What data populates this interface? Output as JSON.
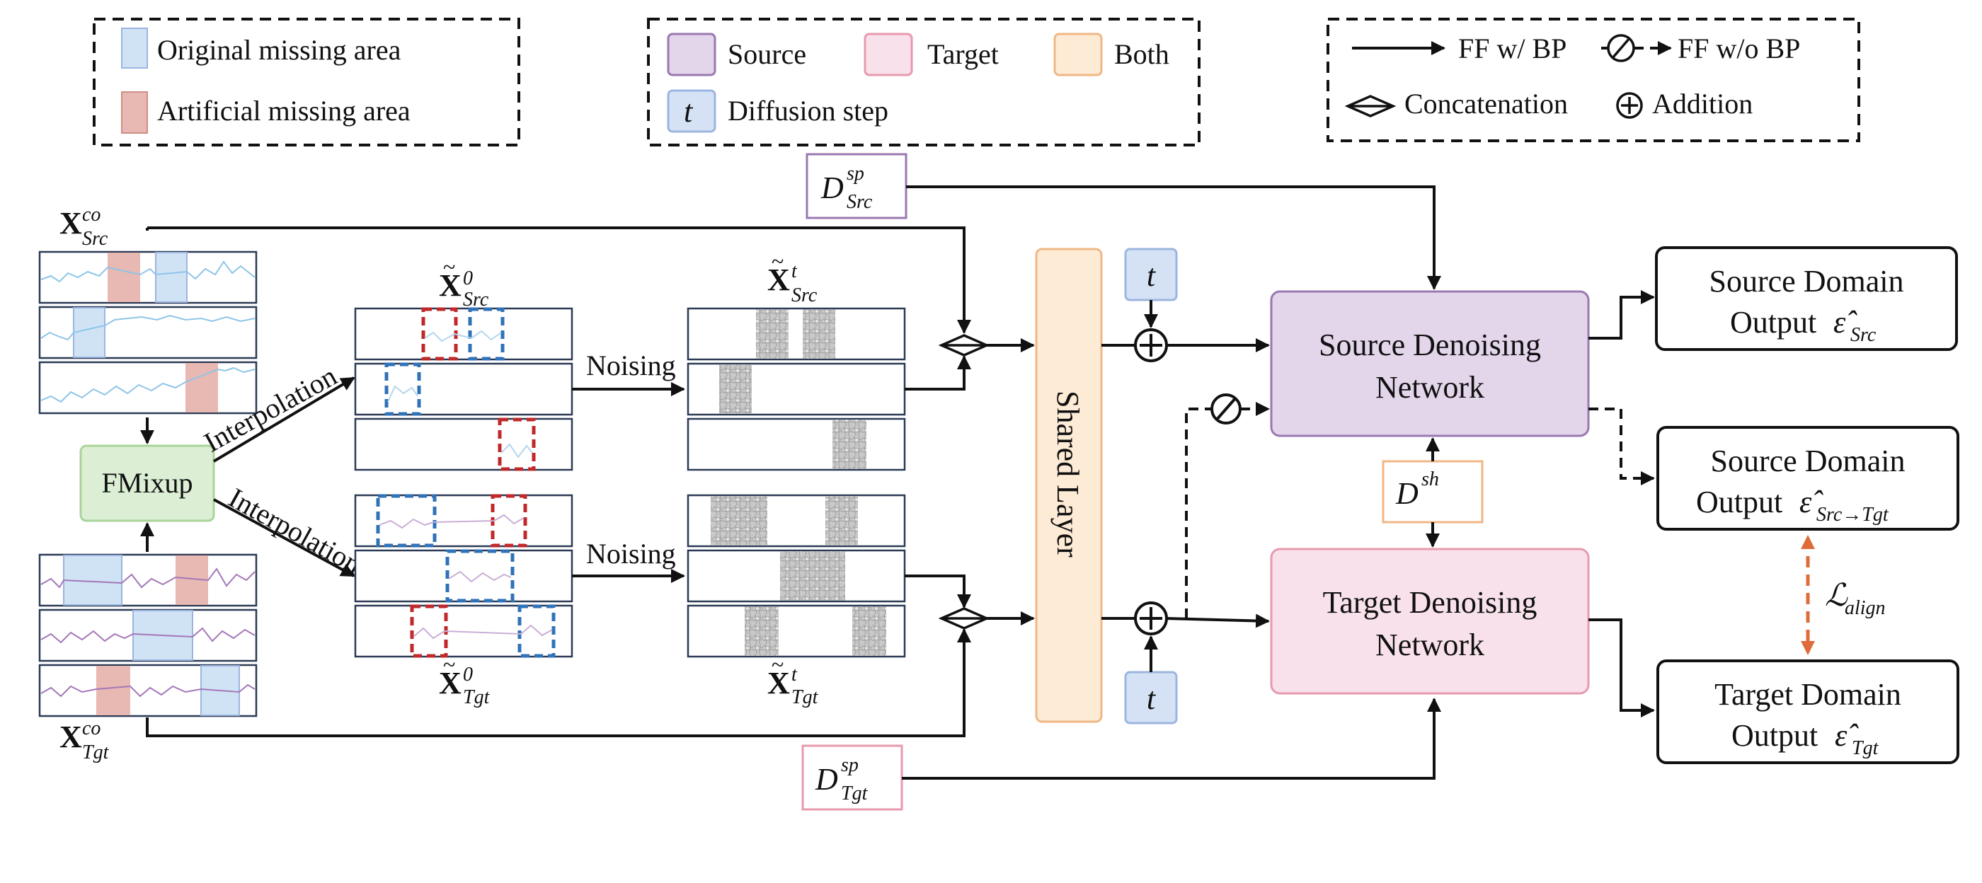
{
  "legend": {
    "original_missing": "Original missing area",
    "artificial_missing": "Artificial missing area",
    "source": "Source",
    "target": "Target",
    "both": "Both",
    "diffusion_step_symbol": "t",
    "diffusion_step": "Diffusion step",
    "ff_bp": "FF w/ BP",
    "ff_no_bp": "FF w/o BP",
    "concatenation": "Concatenation",
    "addition": "Addition"
  },
  "inputs": {
    "x_src_base": "X",
    "x_src_sup": "co",
    "x_src_sub": "Src",
    "x_tgt_base": "X",
    "x_tgt_sup": "co",
    "x_tgt_sub": "Tgt"
  },
  "fmixup": "FMixup",
  "interpolation_top": "Interpolation",
  "interpolation_bottom": "Interpolation",
  "noising_top": "Noising",
  "noising_bottom": "Noising",
  "interp_src": {
    "base": "X",
    "sup": "0",
    "sub": "Src"
  },
  "interp_tgt": {
    "base": "X",
    "sup": "0",
    "sub": "Tgt"
  },
  "noised_src": {
    "base": "X",
    "sup": "t",
    "sub": "Src"
  },
  "noised_tgt": {
    "base": "X",
    "sup": "t",
    "sub": "Tgt"
  },
  "d_sp_src": {
    "base": "D",
    "sup": "sp",
    "sub": "Src"
  },
  "d_sp_tgt": {
    "base": "D",
    "sup": "sp",
    "sub": "Tgt"
  },
  "d_sh": {
    "base": "D",
    "sup": "sh"
  },
  "shared_layer": "Shared Layer",
  "t_top": "t",
  "t_bottom": "t",
  "source_net": {
    "line1": "Source Denoising",
    "line2": "Network"
  },
  "target_net": {
    "line1": "Target Denoising",
    "line2": "Network"
  },
  "out_src": {
    "line1": "Source Domain",
    "line2": "Output",
    "sym": "ε̂",
    "sub": "Src"
  },
  "out_cross": {
    "line1": "Source Domain",
    "line2": "Output",
    "sym": "ε̂",
    "sub": "Src→Tgt"
  },
  "out_tgt": {
    "line1": "Target Domain",
    "line2": "Output",
    "sym": "ε̂",
    "sub": "Tgt"
  },
  "align": {
    "sym": "ℒ",
    "sub": "align"
  },
  "colors": {
    "source_fill": "#e3d5ea",
    "source_stroke": "#9a78b0",
    "target_fill": "#f8e1ea",
    "target_stroke": "#e79aae",
    "both_fill": "#fdebd6",
    "both_stroke": "#f0b784",
    "step_fill": "#d5e2f5",
    "step_stroke": "#9cb5df",
    "orig_missing": "#cfe3f5",
    "art_missing": "#e8b8b2",
    "fmixup_fill": "#dcefd5",
    "fmixup_stroke": "#a9d49a",
    "align_arrow": "#e06b3a",
    "src_series": "#8ec5e8",
    "tgt_series": "#a477b8"
  }
}
